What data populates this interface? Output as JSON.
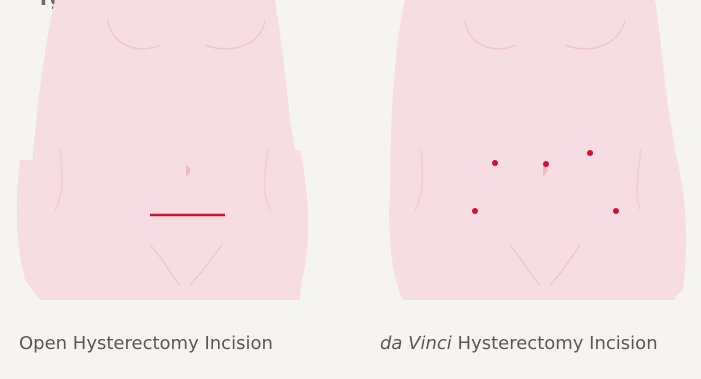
{
  "header_text": "rgery",
  "panels": [
    {
      "caption_prefix": "",
      "caption_main": "Open Hysterectomy Incision"
    },
    {
      "caption_prefix": "da Vinci",
      "caption_main": " Hysterectomy Incision"
    }
  ],
  "colors": {
    "background": "#f6f4f2",
    "body": "#f5dde3",
    "body_outline": "#efc6d1",
    "navel": "#f3b7c8",
    "incision": "#d0132f",
    "caption": "#585858"
  }
}
